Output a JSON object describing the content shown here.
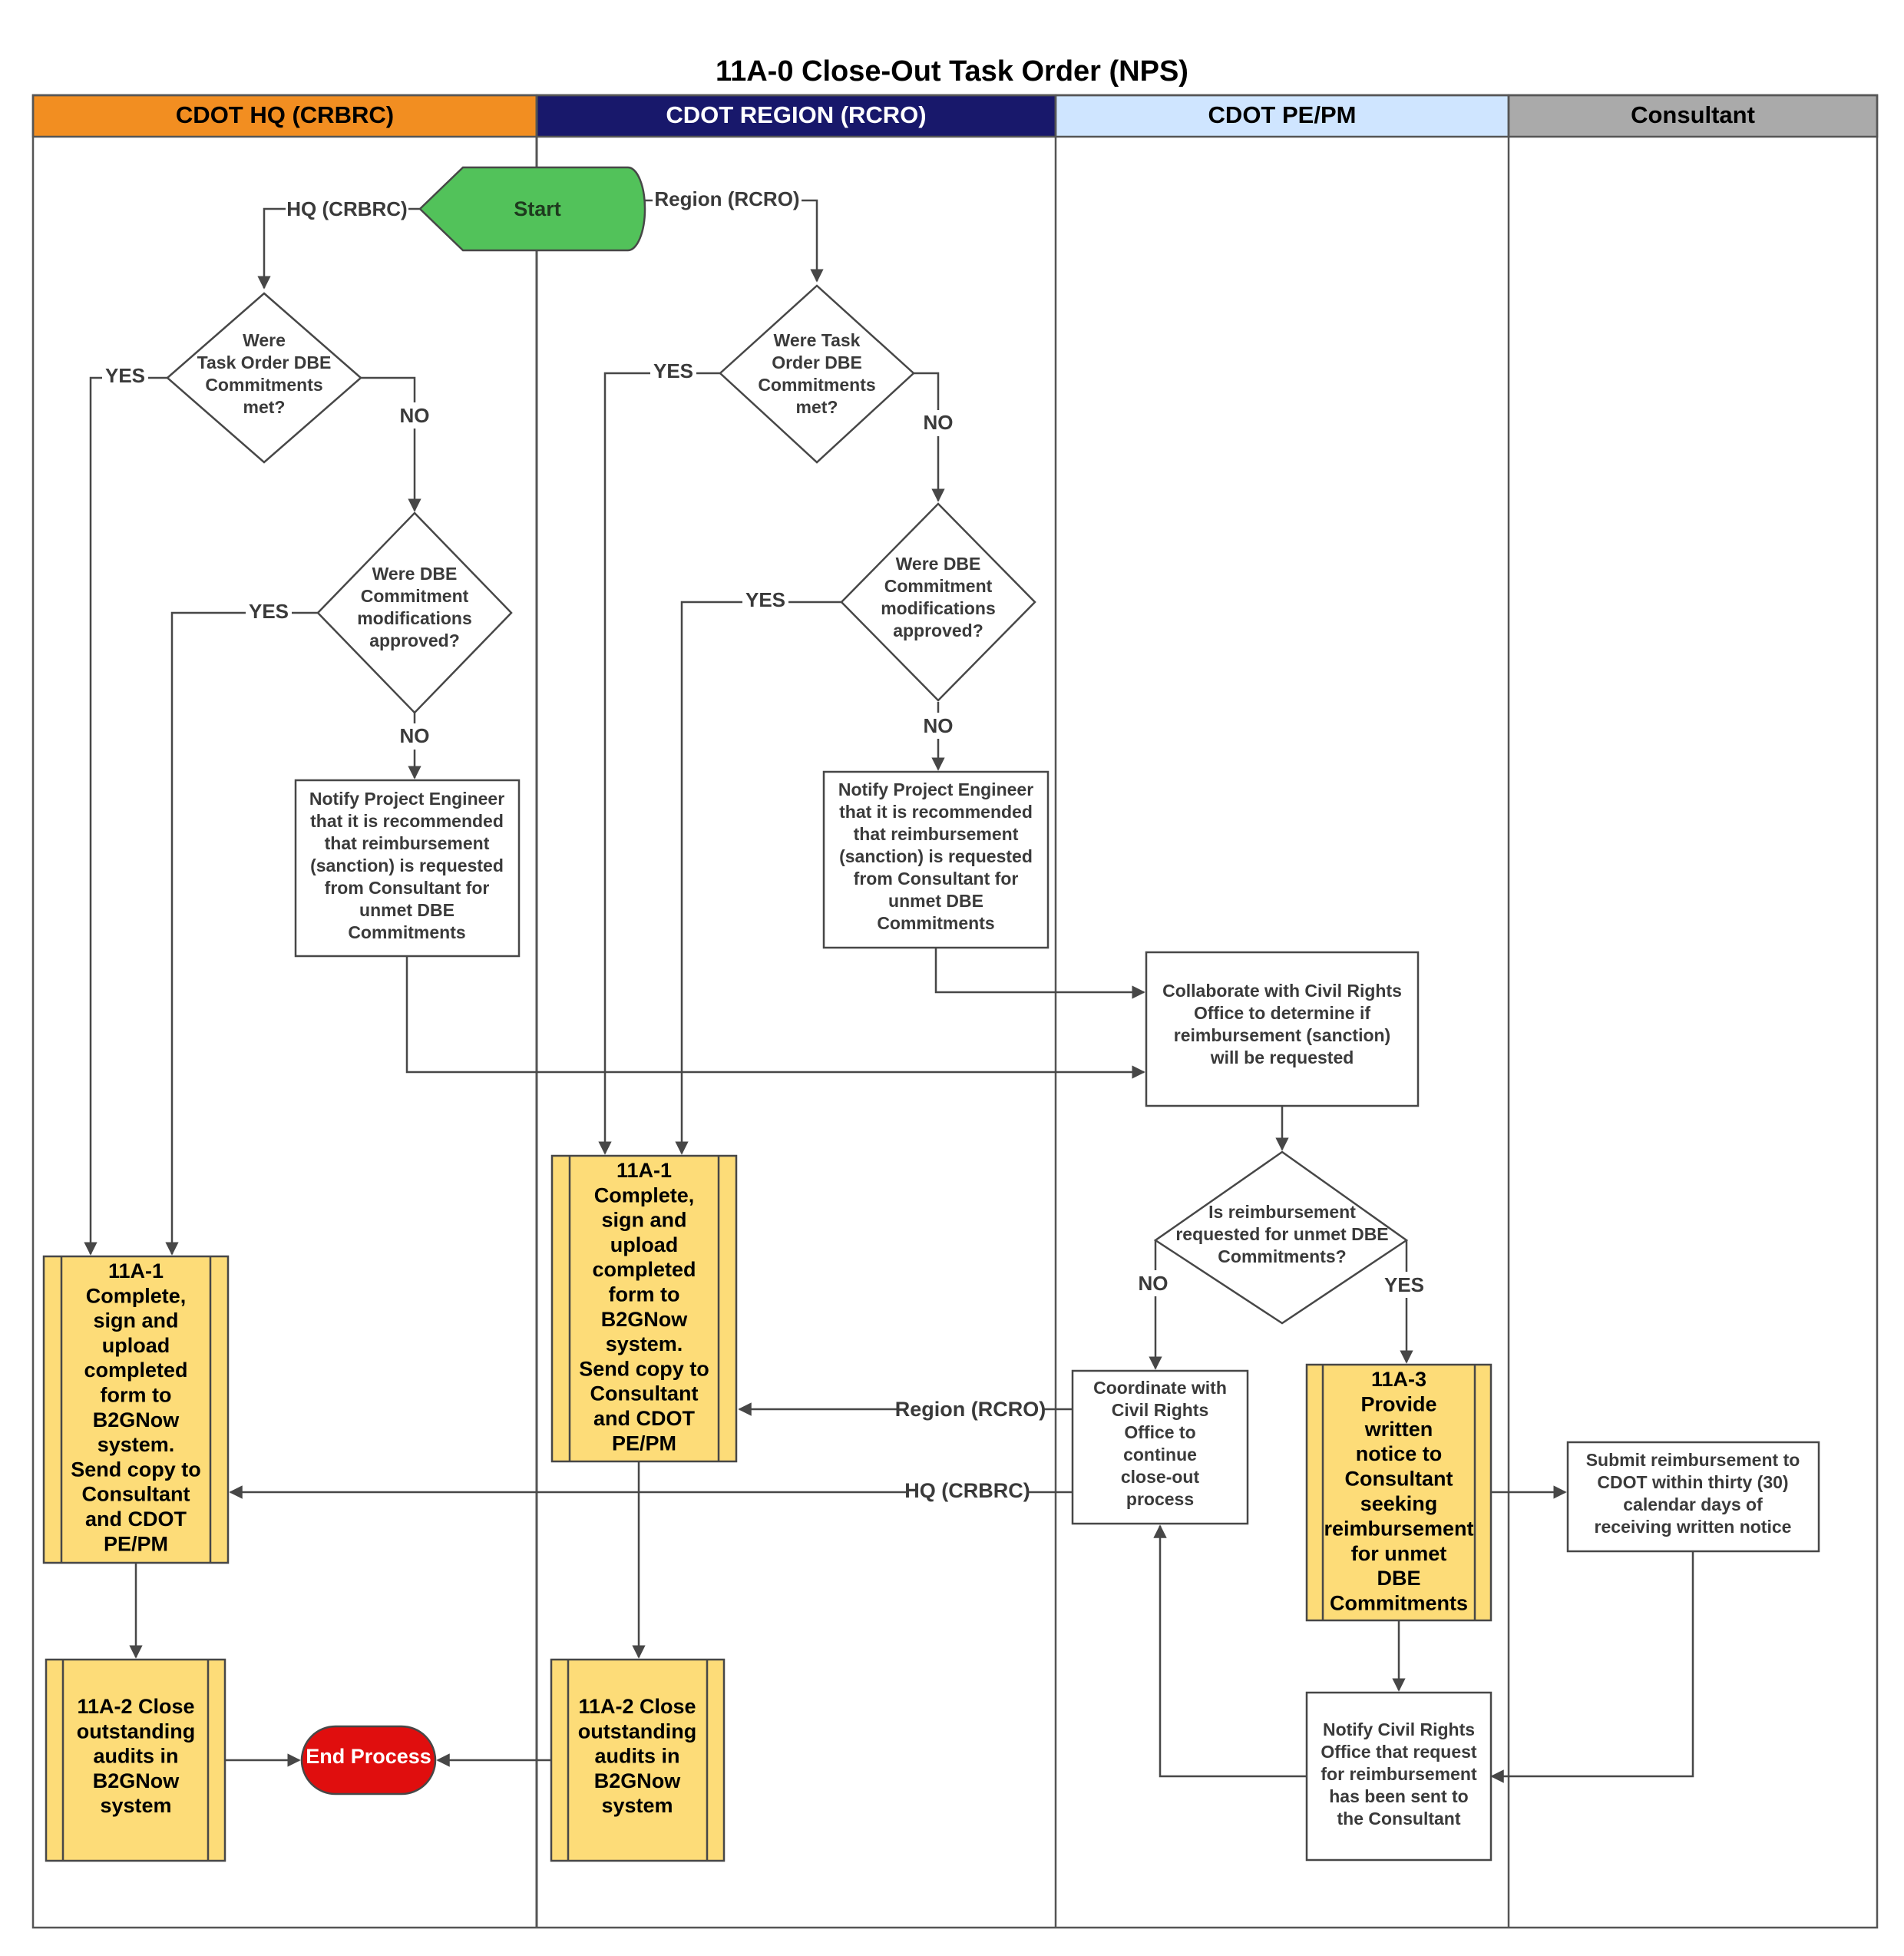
{
  "title": "11A-0 Close-Out Task Order (NPS)",
  "colors": {
    "lane_hq": "#f28e21",
    "lane_region": "#18186b",
    "lane_pepm": "#cfe5ff",
    "lane_consultant": "#aaaaaa",
    "start": "#52c25a",
    "end": "#e00e0e",
    "subprocess": "#fddc78"
  },
  "lanes": {
    "hq": "CDOT HQ (CRBRC)",
    "region": "CDOT REGION (RCRO)",
    "pepm": "CDOT PE/PM",
    "consultant": "Consultant"
  },
  "start": "Start",
  "end": "End Process",
  "branch": {
    "hq": "HQ (CRBRC)",
    "region": "Region (RCRO)"
  },
  "decision": {
    "hq_met": [
      "Were",
      "Task Order DBE",
      "Commitments",
      "met?"
    ],
    "region_met": [
      "Were Task",
      "Order DBE",
      "Commitments",
      "met?"
    ],
    "mods": [
      "Were DBE",
      "Commitment",
      "modifications",
      "approved?"
    ],
    "reimb": [
      "Is reimbursement",
      "requested for unmet DBE",
      "Commitments?"
    ]
  },
  "yes": "YES",
  "no": "NO",
  "tasks": {
    "notify_pe": [
      "Notify Project Engineer",
      "that it is recommended",
      "that reimbursement",
      "(sanction) is requested",
      "from Consultant for",
      "unmet DBE",
      "Commitments"
    ],
    "collaborate": [
      "Collaborate with Civil Rights",
      "Office to determine if",
      "reimbursement (sanction)",
      "will be requested"
    ],
    "coordinate": [
      "Coordinate with",
      "Civil Rights",
      "Office to",
      "continue",
      "close-out",
      "process"
    ],
    "submit": [
      "Submit reimbursement to",
      "CDOT within thirty (30)",
      "calendar days of",
      "receiving written notice"
    ],
    "notify_cr": [
      "Notify Civil Rights",
      "Office that request",
      "for reimbursement",
      "has been sent to",
      "the Consultant"
    ]
  },
  "subprocesses": {
    "s11a1": [
      "11A-1",
      "Complete,",
      "sign and",
      "upload",
      "completed",
      "form to",
      "B2GNow",
      "system.",
      "Send copy to",
      "Consultant",
      "and CDOT",
      "PE/PM"
    ],
    "s11a2": [
      "11A-2 Close",
      "outstanding",
      "audits in",
      "B2GNow",
      "system"
    ],
    "s11a3": [
      "11A-3",
      "Provide",
      "written",
      "notice to",
      "Consultant",
      "seeking",
      "reimbursement",
      "for unmet",
      "DBE",
      "Commitments"
    ]
  }
}
